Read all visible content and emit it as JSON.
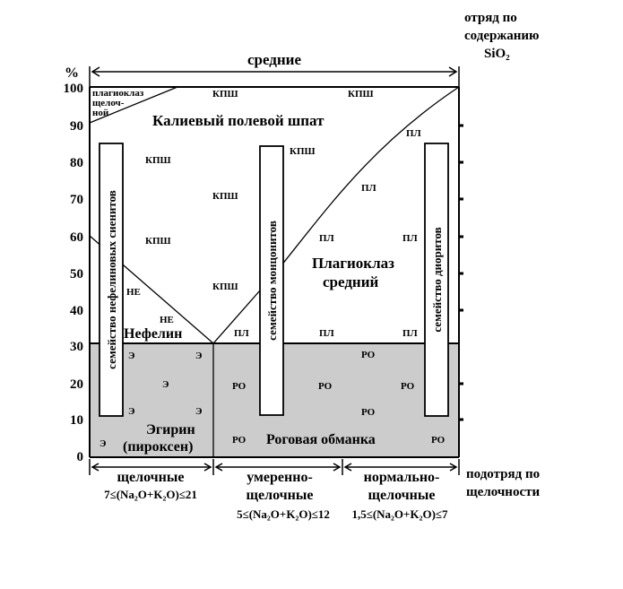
{
  "header": {
    "top_label": "средние",
    "percent_label": "%",
    "order_label_line1": "отряд по",
    "order_label_line2": "содержанию",
    "order_label_line3": "SiO₂"
  },
  "y_axis": {
    "ticks": [
      "100",
      "90",
      "80",
      "70",
      "60",
      "50",
      "40",
      "30",
      "20",
      "10",
      "0"
    ]
  },
  "regions": {
    "plagioclase_alkaline_line1": "плагиоклаз",
    "plagioclase_alkaline_line2": "щелоч-",
    "plagioclase_alkaline_line3": "ной",
    "k_feldspar": "Калиевый полевой шпат",
    "plagioclase_medium_line1": "Плагиоклаз",
    "plagioclase_medium_line2": "средний",
    "nepheline": "Нефелин",
    "aegirine_line1": "Эгирин",
    "aegirine_line2": "(пироксен)",
    "hornblende": "Роговая обманка"
  },
  "families": {
    "nepheline_syenites": "семейство нефелиновых сиенитов",
    "monzonites": "семейство монцонитов",
    "diorites": "семейство диоритов"
  },
  "mineral_marks": {
    "kpsh": "КПШ",
    "pl": "ПЛ",
    "ne": "НЕ",
    "e": "Э",
    "ro": "РО"
  },
  "bottom": {
    "alkaline": "щелочные",
    "alkaline_formula": "7≤(Na₂O+K₂O)≤21",
    "moderate_line1": "умеренно-",
    "moderate_line2": "щелочные",
    "moderate_formula": "5≤(Na₂O+K₂O)≤12",
    "normal_line1": "нормально-",
    "normal_line2": "щелочные",
    "normal_formula": "1,5≤(Na₂O+K₂O)≤7",
    "suborder_line1": "подотряд по",
    "suborder_line2": "щелочности"
  },
  "colors": {
    "mafic_fill": "#cccccc",
    "line": "#000000",
    "background": "#ffffff"
  }
}
